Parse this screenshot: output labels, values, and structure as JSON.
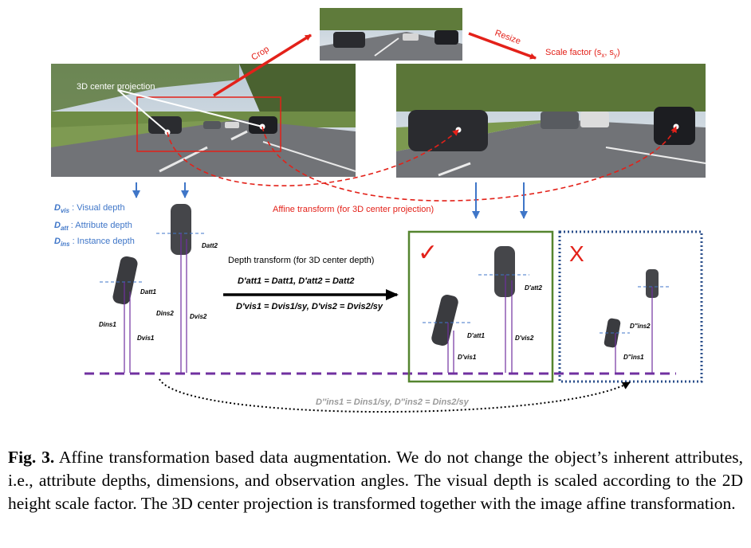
{
  "figure": {
    "labels": {
      "center_projection": "3D center projection",
      "crop": "Crop",
      "resize": "Resize",
      "scale_factor": "Scale factor (s",
      "scale_factor_x": "x",
      "scale_factor_sep": ", s",
      "scale_factor_y": "y",
      "scale_factor_end": ")",
      "affine_transform": "Affine transform (for 3D center projection)",
      "depth_transform": "Depth transform (for 3D center depth)"
    },
    "legend": [
      {
        "symbol": "D",
        "sub": "vis",
        "text": " : Visual depth"
      },
      {
        "symbol": "D",
        "sub": "att",
        "text": " : Attribute depth"
      },
      {
        "symbol": "D",
        "sub": "ins",
        "text": " : Instance depth"
      }
    ],
    "equations": {
      "att": "D′att1 = Datt1,  D′att2 = Datt2",
      "vis": "D′vis1 = Dvis1/sy,  D′vis2 = Dvis2/sy",
      "ins": "D″ins1 = Dins1/sy,  D″ins2 = Dins2/sy"
    },
    "depth_labels": {
      "att1": "Datt1",
      "ins1": "Dins1",
      "vis1": "Dvis1",
      "att2": "Datt2",
      "ins2": "Dins2",
      "vis2": "Dvis2",
      "att1p": "D′att1",
      "vis1p": "D′vis1",
      "att2p": "D′att2",
      "vis2p": "D′vis2",
      "ins2pp": "D″ins2",
      "ins1pp": "D″ins1"
    },
    "marks": {
      "check": "✓",
      "cross": "X"
    },
    "colors": {
      "red": "#e32119",
      "blue": "#3f76c8",
      "purple": "#7030a0",
      "green": "#55852f",
      "navy": "#2b4f8b",
      "road": "#6d6f73",
      "grass": "#5f7a3a"
    }
  },
  "caption": {
    "label": "Fig. 3.",
    "text": "Affine transformation based data augmentation. We do not change the object’s inherent attributes, i.e., attribute depths, dimensions, and observation angles. The visual depth is scaled according to the 2D height scale factor. The 3D center projection is transformed together with the image affine transformation."
  }
}
